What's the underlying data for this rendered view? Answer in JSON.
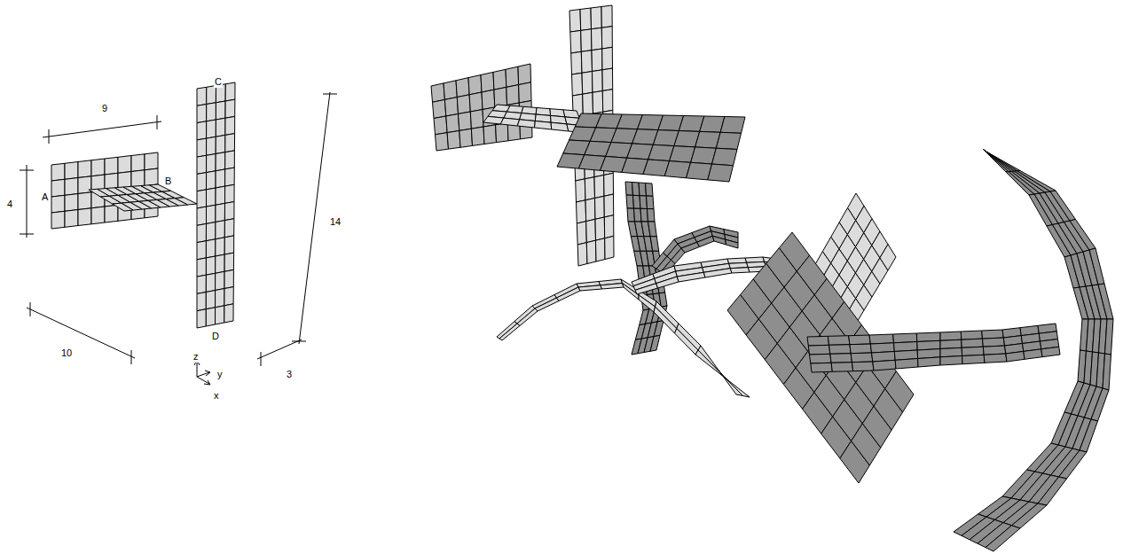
{
  "diagram": {
    "labels": [
      "C",
      "9",
      "4",
      "A",
      "B",
      "14",
      "D",
      "10",
      "z",
      "y",
      "x",
      "3"
    ]
  }
}
